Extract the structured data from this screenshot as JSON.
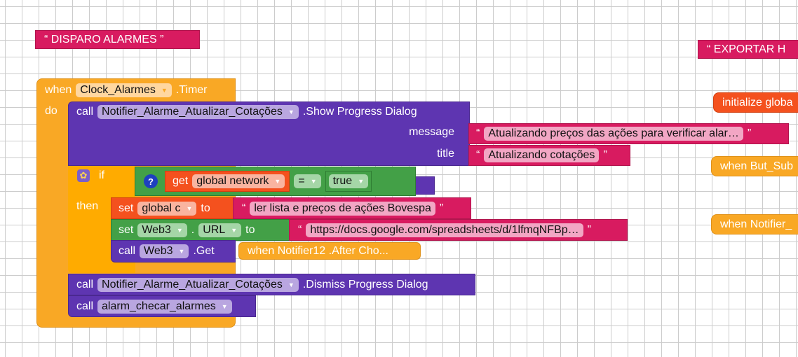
{
  "comments": {
    "disparo": "DISPARO ALARMES",
    "exportar": "EXPORTAR H"
  },
  "event": {
    "when": "when",
    "component": "Clock_Alarmes",
    "event": ".Timer",
    "do": "do"
  },
  "show": {
    "call": "call",
    "component": "Notifier_Alarme_Atualizar_Cotações",
    "method": ".Show Progress Dialog",
    "message_label": "message",
    "title_label": "title",
    "message": "Atualizando preços das ações para verificar alar…",
    "title": "Atualizando cotações"
  },
  "ifblock": {
    "if": "if",
    "then": "then",
    "get": "get",
    "var": "global network",
    "op": "=",
    "bool": "true"
  },
  "set1": {
    "set": "set",
    "var": "global c",
    "to": "to",
    "value": "ler lista e preços de ações Bovespa"
  },
  "set2": {
    "set": "set",
    "component": "Web3",
    "dot": ".",
    "prop": "URL",
    "to": "to",
    "value": "https://docs.google.com/spreadsheets/d/1lfmqNFBp…"
  },
  "get": {
    "call": "call",
    "component": "Web3",
    "method": ".Get"
  },
  "hidden": {
    "text": "when  Notifier12 .After Cho..."
  },
  "dismiss": {
    "call": "call",
    "component": "Notifier_Alarme_Atualizar_Cotações",
    "method": ".Dismiss Progress Dialog"
  },
  "proc": {
    "call": "call",
    "name": "alarm_checar_alarmes"
  },
  "right": {
    "init": "initialize globa",
    "when1": "when  But_Sub",
    "when2": "when  Notifier_"
  },
  "quote_open": "“",
  "quote_close": "”"
}
